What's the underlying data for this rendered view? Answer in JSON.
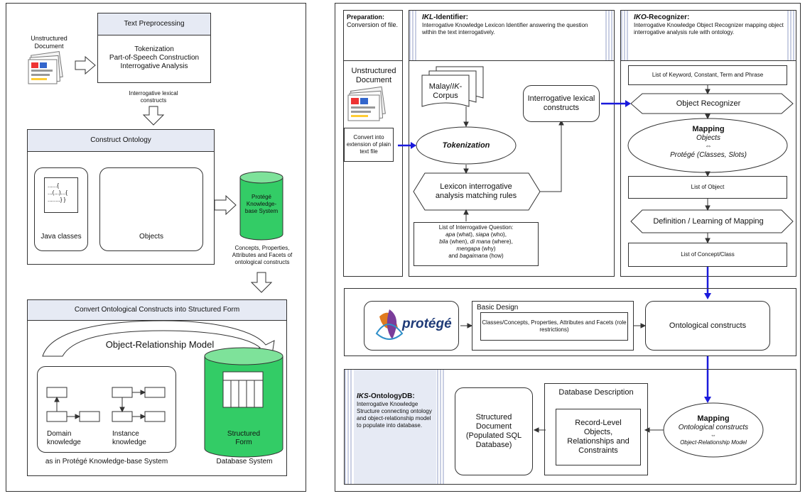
{
  "left": {
    "text_preprocessing": {
      "title": "Text Preprocessing",
      "steps": [
        "Tokenization",
        "Part-of-Speech Construction",
        "Interrogative Analysis"
      ]
    },
    "unstructured_document": "Unstructured Document",
    "interrogative_lexical_constructs": "Interrogative lexical constructs",
    "construct_ontology": {
      "title": "Construct Ontology",
      "java_code": [
        "......{",
        "...(...)...{",
        "........} }"
      ],
      "java_classes": "Java classes",
      "objects": "Objects"
    },
    "protege_kb": "Protégé Knowledge-base System",
    "concepts_note": "Concepts, Properties, Attributes and Facets of ontological constructs",
    "convert": {
      "title": "Convert Ontological Constructs into Structured Form",
      "orm": "Object-Relationship Model",
      "domain_knowledge": "Domain knowledge",
      "instance_knowledge": "Instance knowledge",
      "as_in": "as in Protégé Knowledge-base System",
      "structured_form": "Structured Form",
      "database_system": "Database System"
    }
  },
  "right": {
    "preparation": {
      "title": "Preparation:",
      "desc": "Conversion of file."
    },
    "ikl": {
      "title_italic": "IKL",
      "title_rest": "-Identifier:",
      "desc": "Interrogative Knowledge Lexicon Identifier answering the question within the text interrogatively."
    },
    "iko": {
      "title_italic": "IKO",
      "title_rest": "-Recognizer:",
      "desc": "Interrogative Knowledge Object Recognizer mapping object interrogative analysis rule with ontology."
    },
    "unstructured_document": "Unstructured Document",
    "convert_box": "Convert into extension of plain text file",
    "corpus": [
      "Malay/",
      "IK",
      "-",
      "Corpus"
    ],
    "tokenization": "Tokenization",
    "interrogative_lexical": "Interrogative lexical constructs",
    "lexicon_rules": "Lexicon interrogative analysis matching rules",
    "question_list": {
      "title": "List of Interrogative Question:",
      "line1": [
        "apa",
        " (what), ",
        "siapa",
        " (who),"
      ],
      "line2": [
        "bila",
        " (when), ",
        "di mana",
        " (where),"
      ],
      "line3": [
        "mengapa",
        " (why)"
      ],
      "line4": [
        "and ",
        "bagaimana",
        " (how)"
      ]
    },
    "list_keywords": "List of Keyword, Constant, Term and Phrase",
    "object_recognizer": "Object Recognizer",
    "mapping1": {
      "title": "Mapping",
      "l1": "Objects",
      "arrow": "⇔",
      "l2": "Protégé (Classes, Slots)"
    },
    "list_object": "List of Object",
    "definition_mapping": "Definition / Learning of Mapping",
    "list_concept": "List of Concept/Class",
    "protege_logo": "protégé",
    "basic_design": "Basic Design",
    "classes_desc": "Classes/Concepts, Properties, Attributes and Facets (role restrictions)",
    "ontological_constructs": "Ontological constructs",
    "iks": {
      "title_italic": "IKS",
      "title_rest": "-OntologyDB:",
      "desc": "Interrogative Knowledge Structure connecting ontology and object-relationship model to populate into database."
    },
    "structured_doc": "Structured Document (Populated SQL Database)",
    "db_description": "Database Description",
    "record_level": "Record-Level Objects, Relationships and Constraints",
    "mapping2": {
      "title": "Mapping",
      "l1": "Ontological constructs",
      "arrow": "⇔",
      "l2": "Object-Relationship Model"
    }
  },
  "colors": {
    "header_fill": "#e6eaf4",
    "db_green": "#33cc66",
    "arrow_blue": "#1a1adc"
  }
}
